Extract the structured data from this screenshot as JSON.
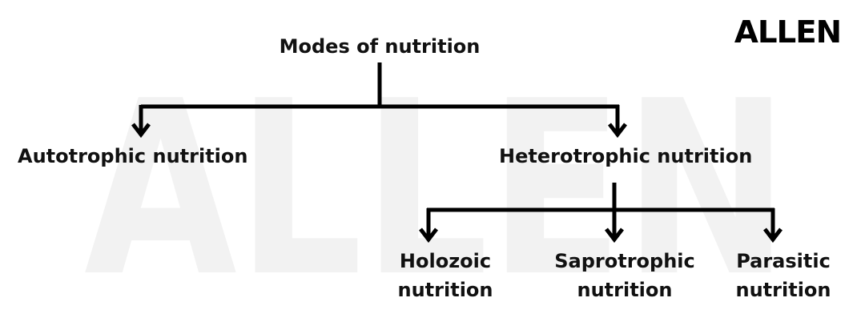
{
  "diagram": {
    "root": {
      "label": "Modes of nutrition"
    },
    "level1": [
      {
        "label": "Autotrophic nutrition"
      },
      {
        "label": "Heterotrophic nutrition"
      }
    ],
    "level2": [
      {
        "label": "Holozoic\nnutrition"
      },
      {
        "label": "Saprotrophic\nnutrition"
      },
      {
        "label": "Parasitic\nnutrition"
      }
    ]
  },
  "logo": {
    "text": "ALLEN"
  },
  "watermark": {
    "text": "ALLEN"
  },
  "colors": {
    "line": "#000000",
    "text": "#111111",
    "watermark": "#f2f2f2",
    "background": "#ffffff"
  }
}
